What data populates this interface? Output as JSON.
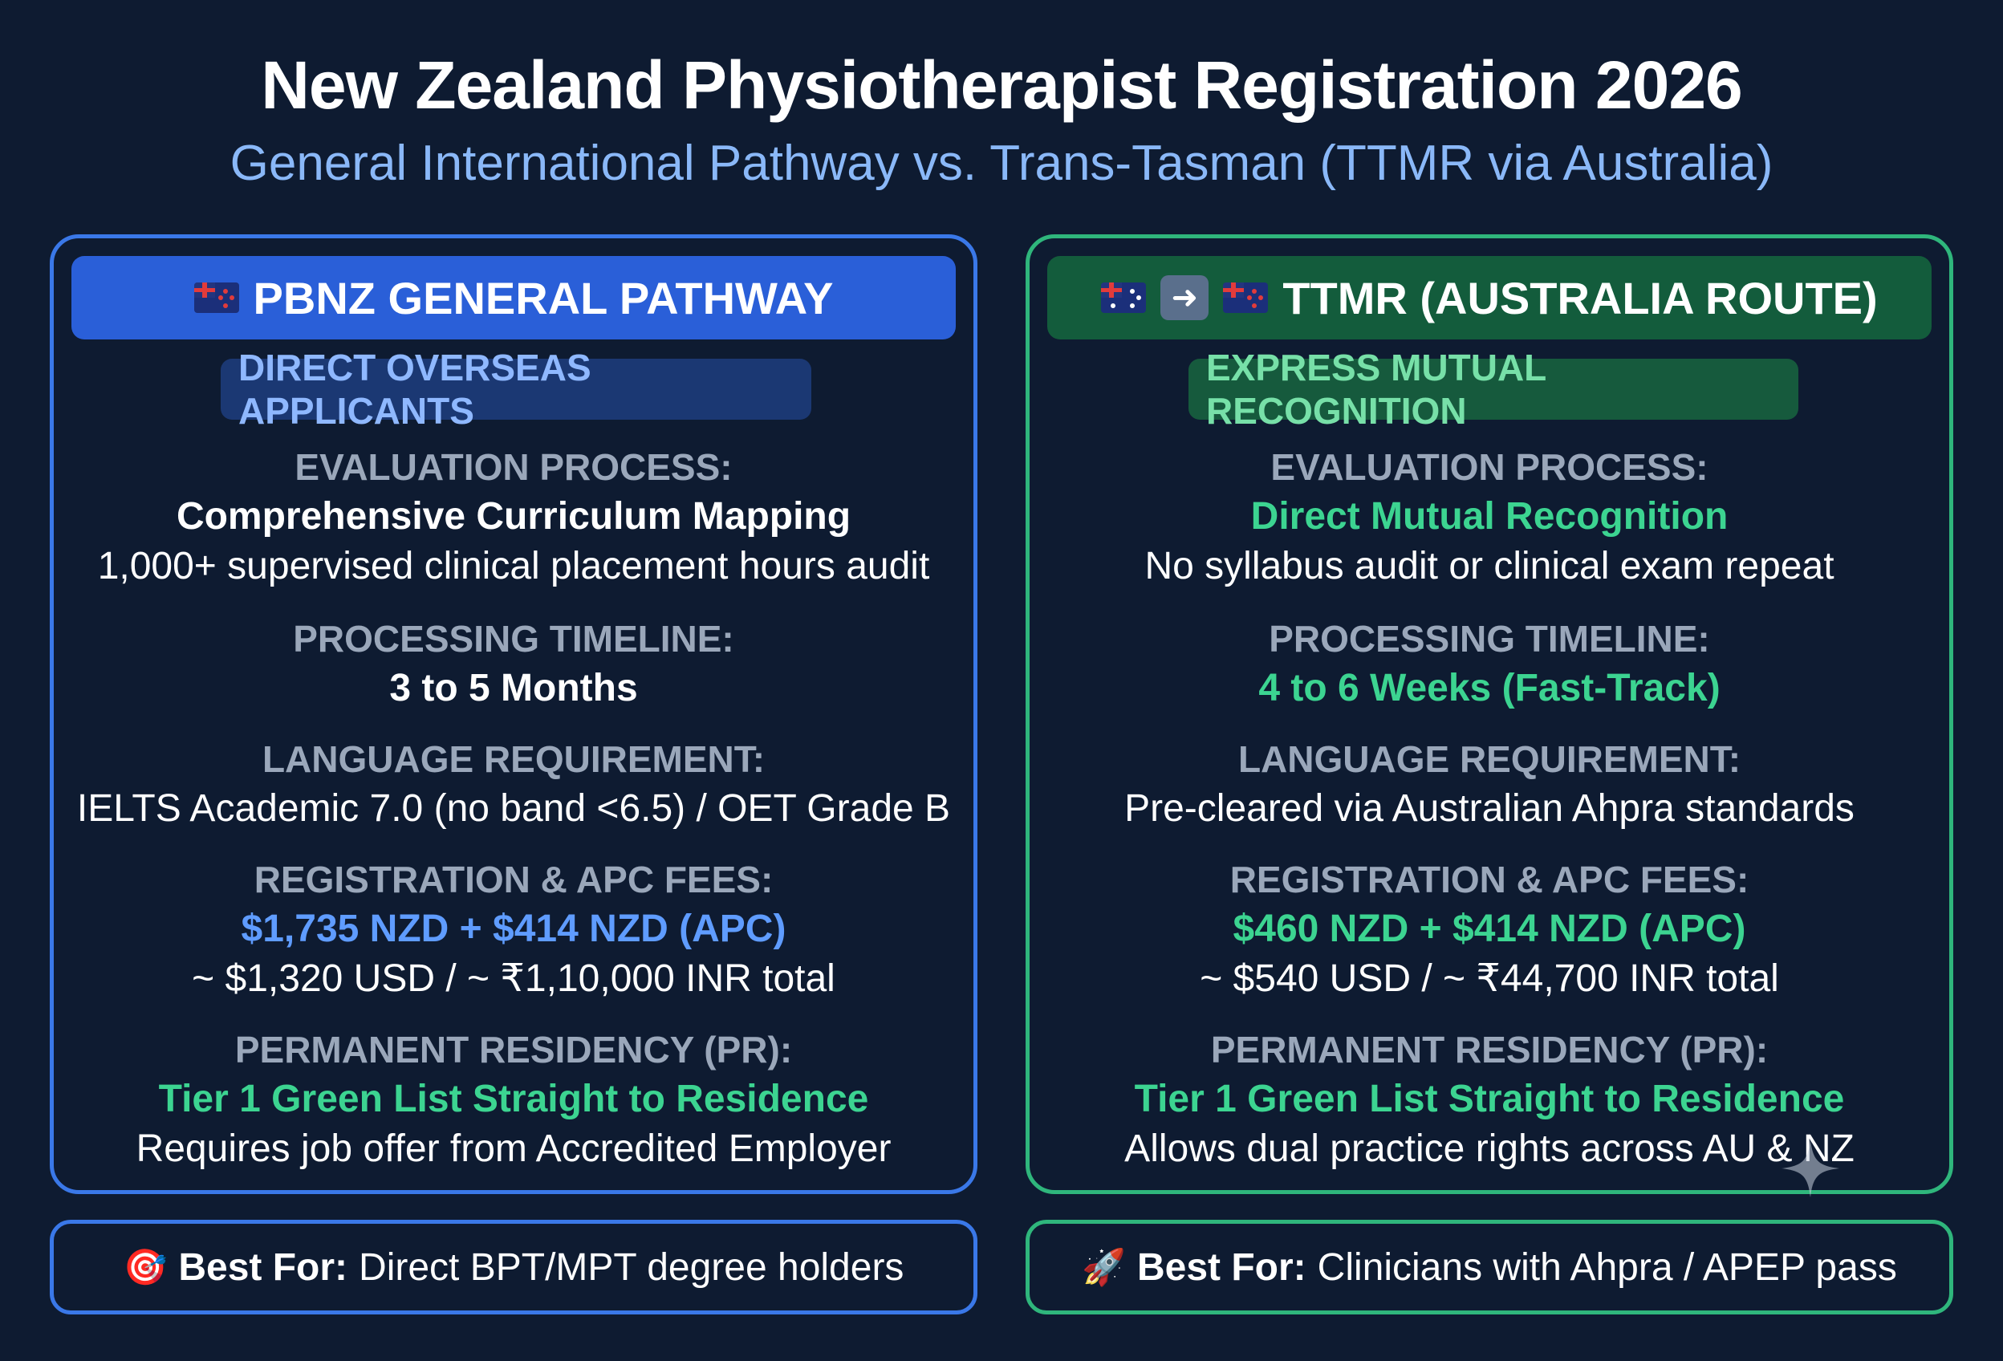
{
  "header": {
    "title": "New Zealand Physiotherapist Registration 2026",
    "subtitle": "General International Pathway vs. Trans-Tasman (TTMR via Australia)"
  },
  "left": {
    "banner_title": "PBNZ GENERAL PATHWAY",
    "pill": "DIRECT OVERSEAS APPLICANTS",
    "sections": [
      {
        "label": "EVALUATION PROCESS:",
        "value": "Comprehensive Curriculum Mapping",
        "note": "1,000+ supervised clinical placement hours audit"
      },
      {
        "label": "PROCESSING TIMELINE:",
        "value": "3 to 5 Months"
      },
      {
        "label": "LANGUAGE REQUIREMENT:",
        "value": "IELTS Academic 7.0 (no band <6.5) / OET Grade B"
      },
      {
        "label": "REGISTRATION & APC FEES:",
        "value": "$1,735 NZD + $414 NZD (APC)",
        "note": "~ $1,320 USD / ~ ₹1,10,000 INR total"
      },
      {
        "label": "PERMANENT RESIDENCY (PR):",
        "value": "Tier 1 Green List Straight to Residence",
        "note": "Requires job offer from Accredited Employer"
      }
    ],
    "best_for_label": "Best For:",
    "best_for_text": "Direct BPT/MPT degree holders",
    "best_for_icon": "🎯"
  },
  "right": {
    "banner_title": "TTMR (AUSTRALIA ROUTE)",
    "pill": "EXPRESS MUTUAL RECOGNITION",
    "sections": [
      {
        "label": "EVALUATION PROCESS:",
        "value": "Direct Mutual Recognition",
        "note": "No syllabus audit or clinical exam repeat"
      },
      {
        "label": "PROCESSING TIMELINE:",
        "value": "4 to 6 Weeks (Fast-Track)"
      },
      {
        "label": "LANGUAGE REQUIREMENT:",
        "value": "Pre-cleared via Australian Ahpra standards"
      },
      {
        "label": "REGISTRATION & APC FEES:",
        "value": "$460 NZD + $414 NZD (APC)",
        "note": "~ $540 USD / ~ ₹44,700 INR total"
      },
      {
        "label": "PERMANENT RESIDENCY (PR):",
        "value": "Tier 1 Green List Straight to Residence",
        "note": "Allows dual practice rights across AU & NZ"
      }
    ],
    "best_for_label": "Best For:",
    "best_for_text": "Clinicians with Ahpra / APEP pass",
    "best_for_icon": "🚀"
  },
  "colors": {
    "background": "#0e1b31",
    "left_accent": "#3a78e8",
    "right_accent": "#2fb67c",
    "blue_value": "#5f9cff",
    "green_value": "#3cd491",
    "label_grey": "#9aa7ba"
  },
  "icons": [
    "nz-flag-icon",
    "arrow-right-icon",
    "target-icon",
    "rocket-icon",
    "sparkle-icon"
  ]
}
